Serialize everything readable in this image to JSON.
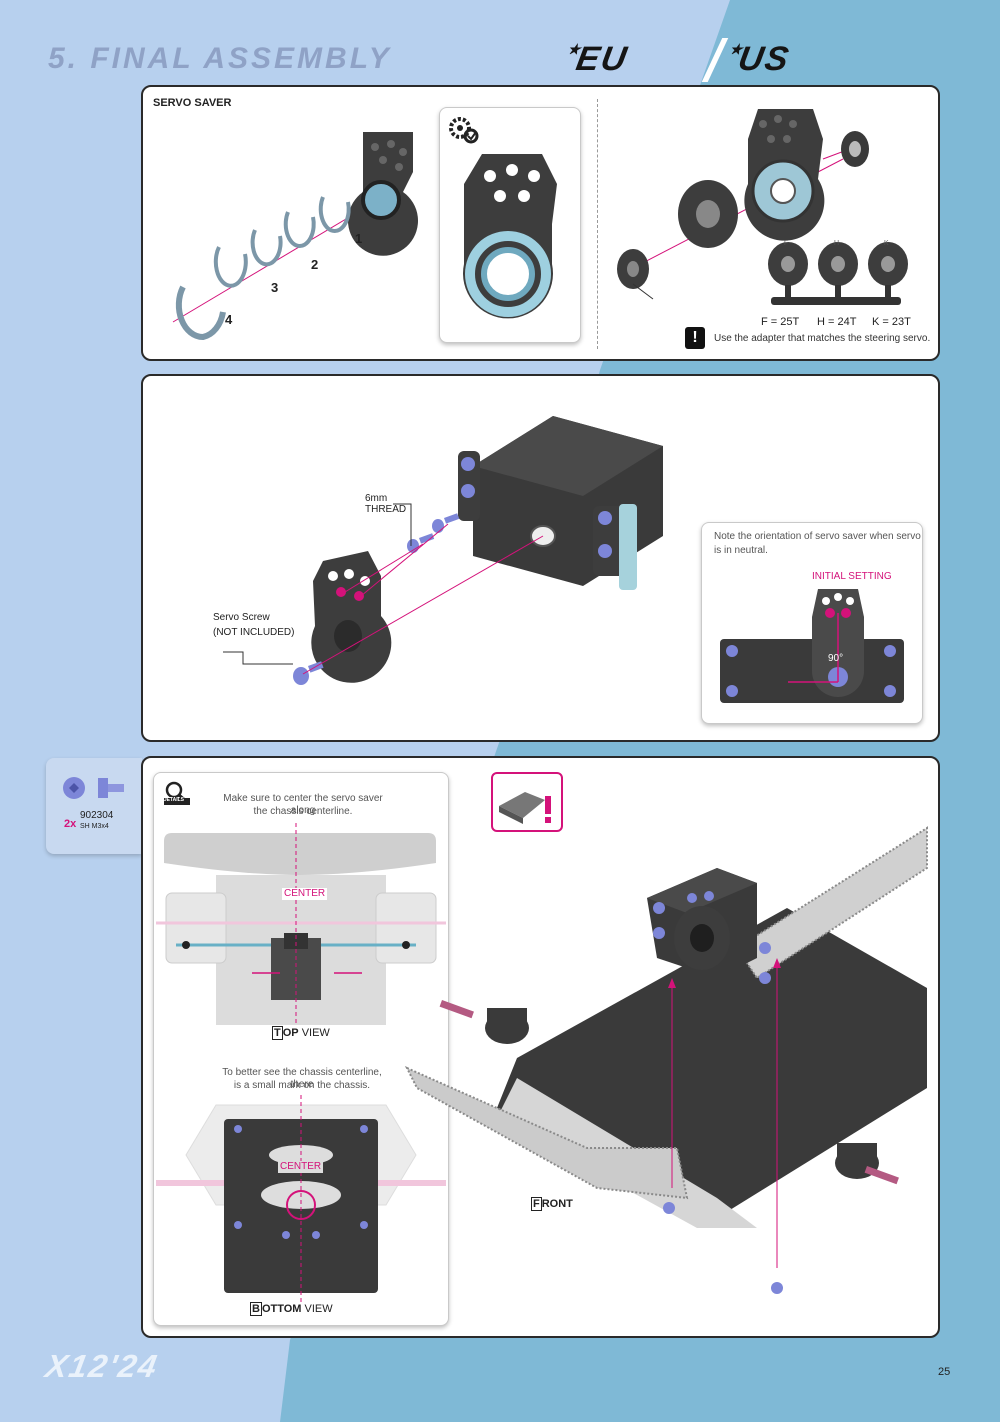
{
  "header": {
    "title": "5. FINAL ASSEMBLY",
    "logo_eu": "EU",
    "logo_us": "US"
  },
  "panel1": {
    "heading": "SERVO SAVER",
    "steps": [
      "1",
      "2",
      "3",
      "4"
    ],
    "adapters": [
      {
        "letter": "F",
        "label": "F = 25T"
      },
      {
        "letter": "H",
        "label": "H = 24T"
      },
      {
        "letter": "K",
        "label": "K = 23T"
      }
    ],
    "warning_mark": "!",
    "note": "Use the adapter that matches the steering servo."
  },
  "panel2": {
    "thread_label_1": "6mm",
    "thread_label_2": "THREAD",
    "screw_label_1": "Servo Screw",
    "screw_label_2": "(NOT INCLUDED)",
    "orientation_note_1": "Note the orientation of servo saver when servo",
    "orientation_note_2": "is in neutral.",
    "initial_setting": "INITIAL SETTING",
    "angle": "90°"
  },
  "parts": {
    "qty": "2x",
    "part_no": "902304",
    "desc": "SH M3x4"
  },
  "panel3": {
    "details_label": "DETAILS",
    "center_note_1": "Make sure to center the servo saver along",
    "center_note_2": "the chassis centerline.",
    "center_label": "CENTER",
    "top_view_initial": "T",
    "top_view_rest": "OP",
    "view_word": "VIEW",
    "mark_note_1": "To better see the chassis centerline, there",
    "mark_note_2": "is a small mark on the chassis.",
    "center_label_2": "CENTER",
    "bottom_view_initial": "B",
    "bottom_view_rest": "OTTOM",
    "view_word_2": "VIEW",
    "front_initial": "F",
    "front_rest": "RONT"
  },
  "footer": {
    "model": "X12'24",
    "page": "25"
  },
  "colors": {
    "magenta": "#d4127a",
    "screw_blue": "#7d86d8",
    "part_dark": "#3d3d3d"
  }
}
